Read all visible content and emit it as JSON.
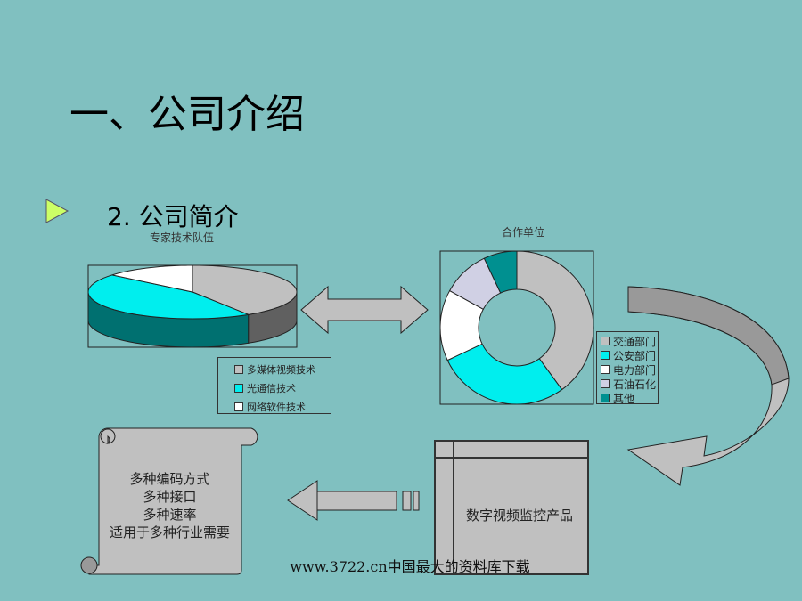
{
  "slide": {
    "title": "一、公司介绍",
    "subtitle": "2. 公司简介",
    "scroll_lines": [
      "多种编码方式",
      "多种接口",
      "多种速率",
      "适用于多种行业需要"
    ],
    "product_box": "数字视频监控产品",
    "footer": "www.3722.cn中国最大的资料库下载"
  },
  "chart_data": [
    {
      "type": "pie",
      "title": "专家技术队伍",
      "legend_position": "bottom-right",
      "categories": [
        "多媒体视频技术",
        "光通信技术",
        "网络软件技术"
      ],
      "values": [
        41,
        45,
        14
      ],
      "colors": [
        "#c0c0c0",
        "#00eeee",
        "#ffffff"
      ]
    },
    {
      "type": "donut",
      "title": "合作单位",
      "legend_position": "right",
      "categories": [
        "交通部门",
        "公安部门",
        "电力部门",
        "石油石化",
        "其他"
      ],
      "values": [
        40,
        28,
        15,
        10,
        7
      ],
      "colors": [
        "#c0c0c0",
        "#00eeee",
        "#ffffff",
        "#d0d0e4",
        "#009090"
      ]
    }
  ]
}
